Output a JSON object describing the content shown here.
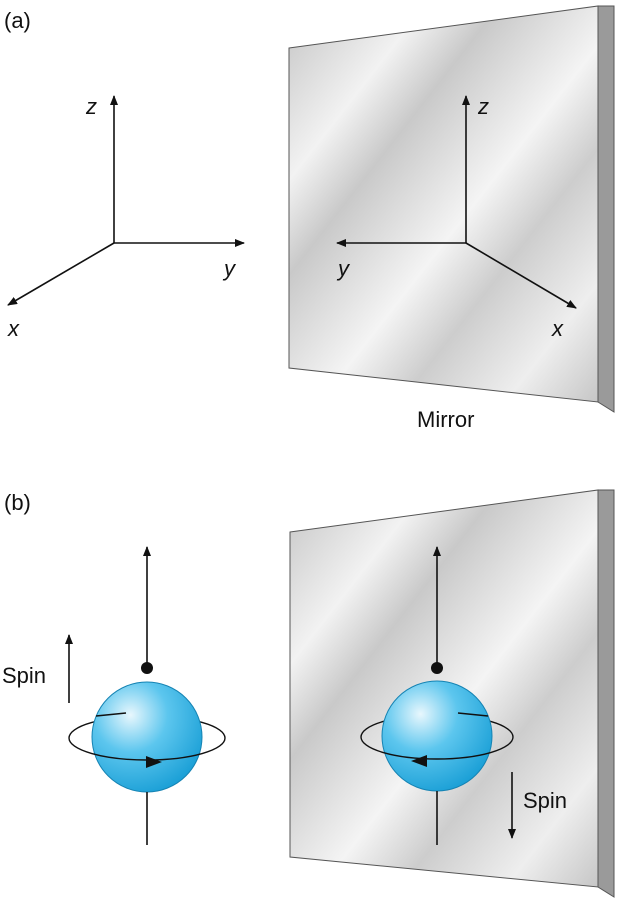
{
  "panel_a": {
    "label": "(a)",
    "axes_real": {
      "z": "z",
      "y": "y",
      "x": "x"
    },
    "axes_mirror": {
      "z": "z",
      "y": "y",
      "x": "x"
    },
    "mirror_caption": "Mirror"
  },
  "panel_b": {
    "label": "(b)",
    "spin_real": "Spin",
    "spin_mirror": "Spin"
  },
  "colors": {
    "sphere": "#2fb1e3",
    "sphere_highlight": "#e8f7fd",
    "mirror_face": "#d7d7d7",
    "mirror_edge": "#9a9a9a",
    "ink": "#111111"
  }
}
